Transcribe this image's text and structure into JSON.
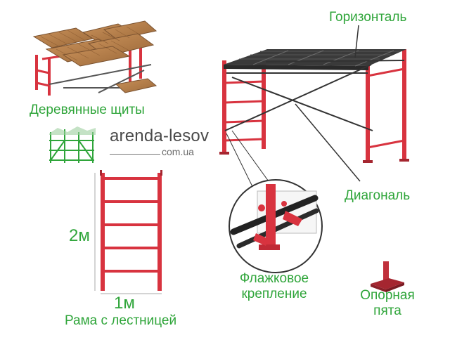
{
  "labels": {
    "horizontal": "Горизонталь",
    "wooden_boards": "Деревянные щиты",
    "diagonal": "Диагональ",
    "flag_clamp_line1": "Флажковое",
    "flag_clamp_line2": "крепление",
    "base_plate_line1": "Опорная",
    "base_plate_line2": "пята",
    "ladder_frame": "Рама с лестницей"
  },
  "dimensions": {
    "height": "2м",
    "width": "1м"
  },
  "logo": {
    "name": "arenda-lesov",
    "domain": "com.ua"
  },
  "colors": {
    "label_green": "#2fa53a",
    "frame_red": "#d8333f",
    "wood": "#b07a45",
    "deck_dark": "#3a3a3a"
  }
}
